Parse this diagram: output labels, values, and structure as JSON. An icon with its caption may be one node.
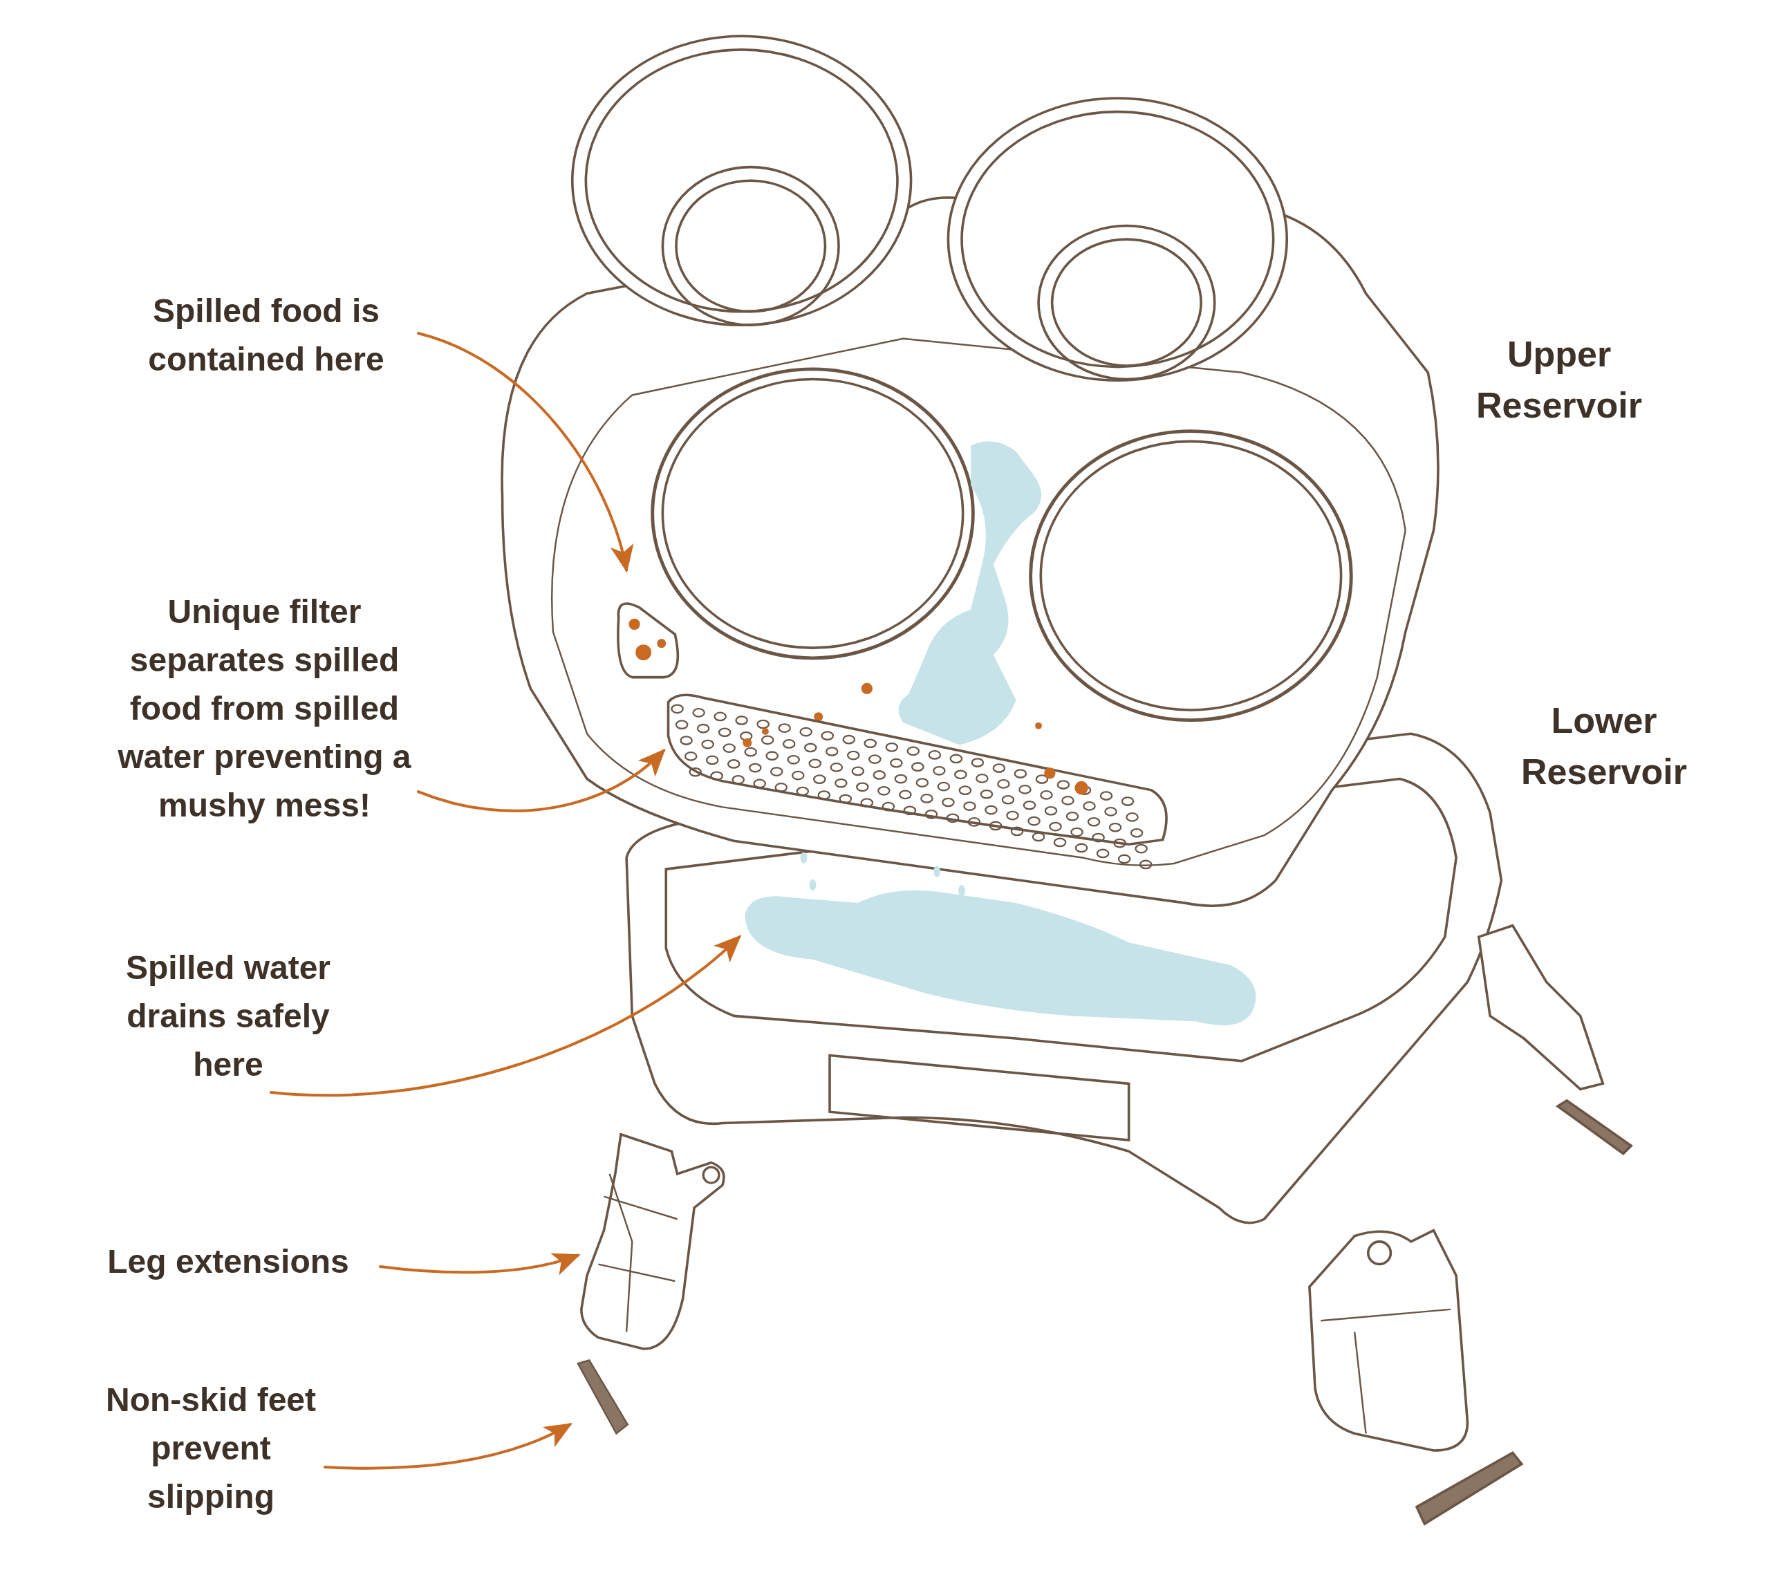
{
  "diagram": {
    "nodes": [
      {
        "text": [
          "Spilled food is contained here"
        ]
      },
      {
        "text": [],
        "shape": "picture"
      },
      {
        "text": [
          "Unique filter separates spilled food from spilled water preventing a mushy mess!"
        ]
      },
      {
        "text": [],
        "shape": "picture"
      },
      {
        "text": [
          "Spilled water drains safely here"
        ]
      },
      {
        "text": [],
        "shape": "picture"
      },
      {
        "text": [
          "Leg extensions"
        ]
      },
      {
        "text": [],
        "shape": "picture"
      },
      {
        "text": [
          "Non-skid feet prevent slipping"
        ]
      },
      {
        "text": [],
        "shape": "picture"
      }
    ],
    "edges": [
      {
        "from": 0,
        "to": 1,
        "arrow": "to"
      },
      {
        "from": 2,
        "to": 3,
        "arrow": "to"
      },
      {
        "from": 4,
        "to": 5,
        "arrow": "to"
      },
      {
        "from": 6,
        "to": 7,
        "arrow": "to"
      },
      {
        "from": 8,
        "to": 9,
        "arrow": "to"
      }
    ],
    "labels": [
      "Upper Reservoir",
      "Lower Reservoir"
    ]
  }
}
